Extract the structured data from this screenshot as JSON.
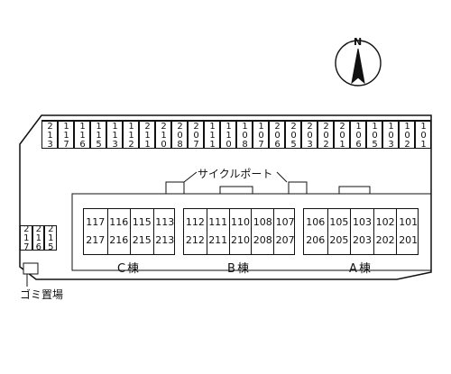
{
  "map": {
    "compass_letter": "N",
    "cycle_port_label": "サイクルポート",
    "garbage_label": "ゴミ置場",
    "top_parking": [
      "213",
      "117",
      "116",
      "115",
      "113",
      "112",
      "211",
      "210",
      "208",
      "207",
      "111",
      "110",
      "108",
      "107",
      "206",
      "205",
      "203",
      "202",
      "201",
      "106",
      "105",
      "103",
      "102",
      "101"
    ],
    "left_parking": [
      "217",
      "216",
      "215"
    ],
    "buildings": [
      {
        "label": "C棟",
        "units": [
          {
            "top": "117",
            "bottom": "217"
          },
          {
            "top": "116",
            "bottom": "216"
          },
          {
            "top": "115",
            "bottom": "215"
          },
          {
            "top": "113",
            "bottom": "213"
          }
        ]
      },
      {
        "label": "B棟",
        "units": [
          {
            "top": "112",
            "bottom": "212"
          },
          {
            "top": "111",
            "bottom": "211"
          },
          {
            "top": "110",
            "bottom": "210"
          },
          {
            "top": "108",
            "bottom": "208"
          },
          {
            "top": "107",
            "bottom": "207"
          }
        ]
      },
      {
        "label": "A棟",
        "units": [
          {
            "top": "106",
            "bottom": "206"
          },
          {
            "top": "105",
            "bottom": "205"
          },
          {
            "top": "103",
            "bottom": "203"
          },
          {
            "top": "102",
            "bottom": "202"
          },
          {
            "top": "101",
            "bottom": "201"
          }
        ]
      }
    ]
  }
}
